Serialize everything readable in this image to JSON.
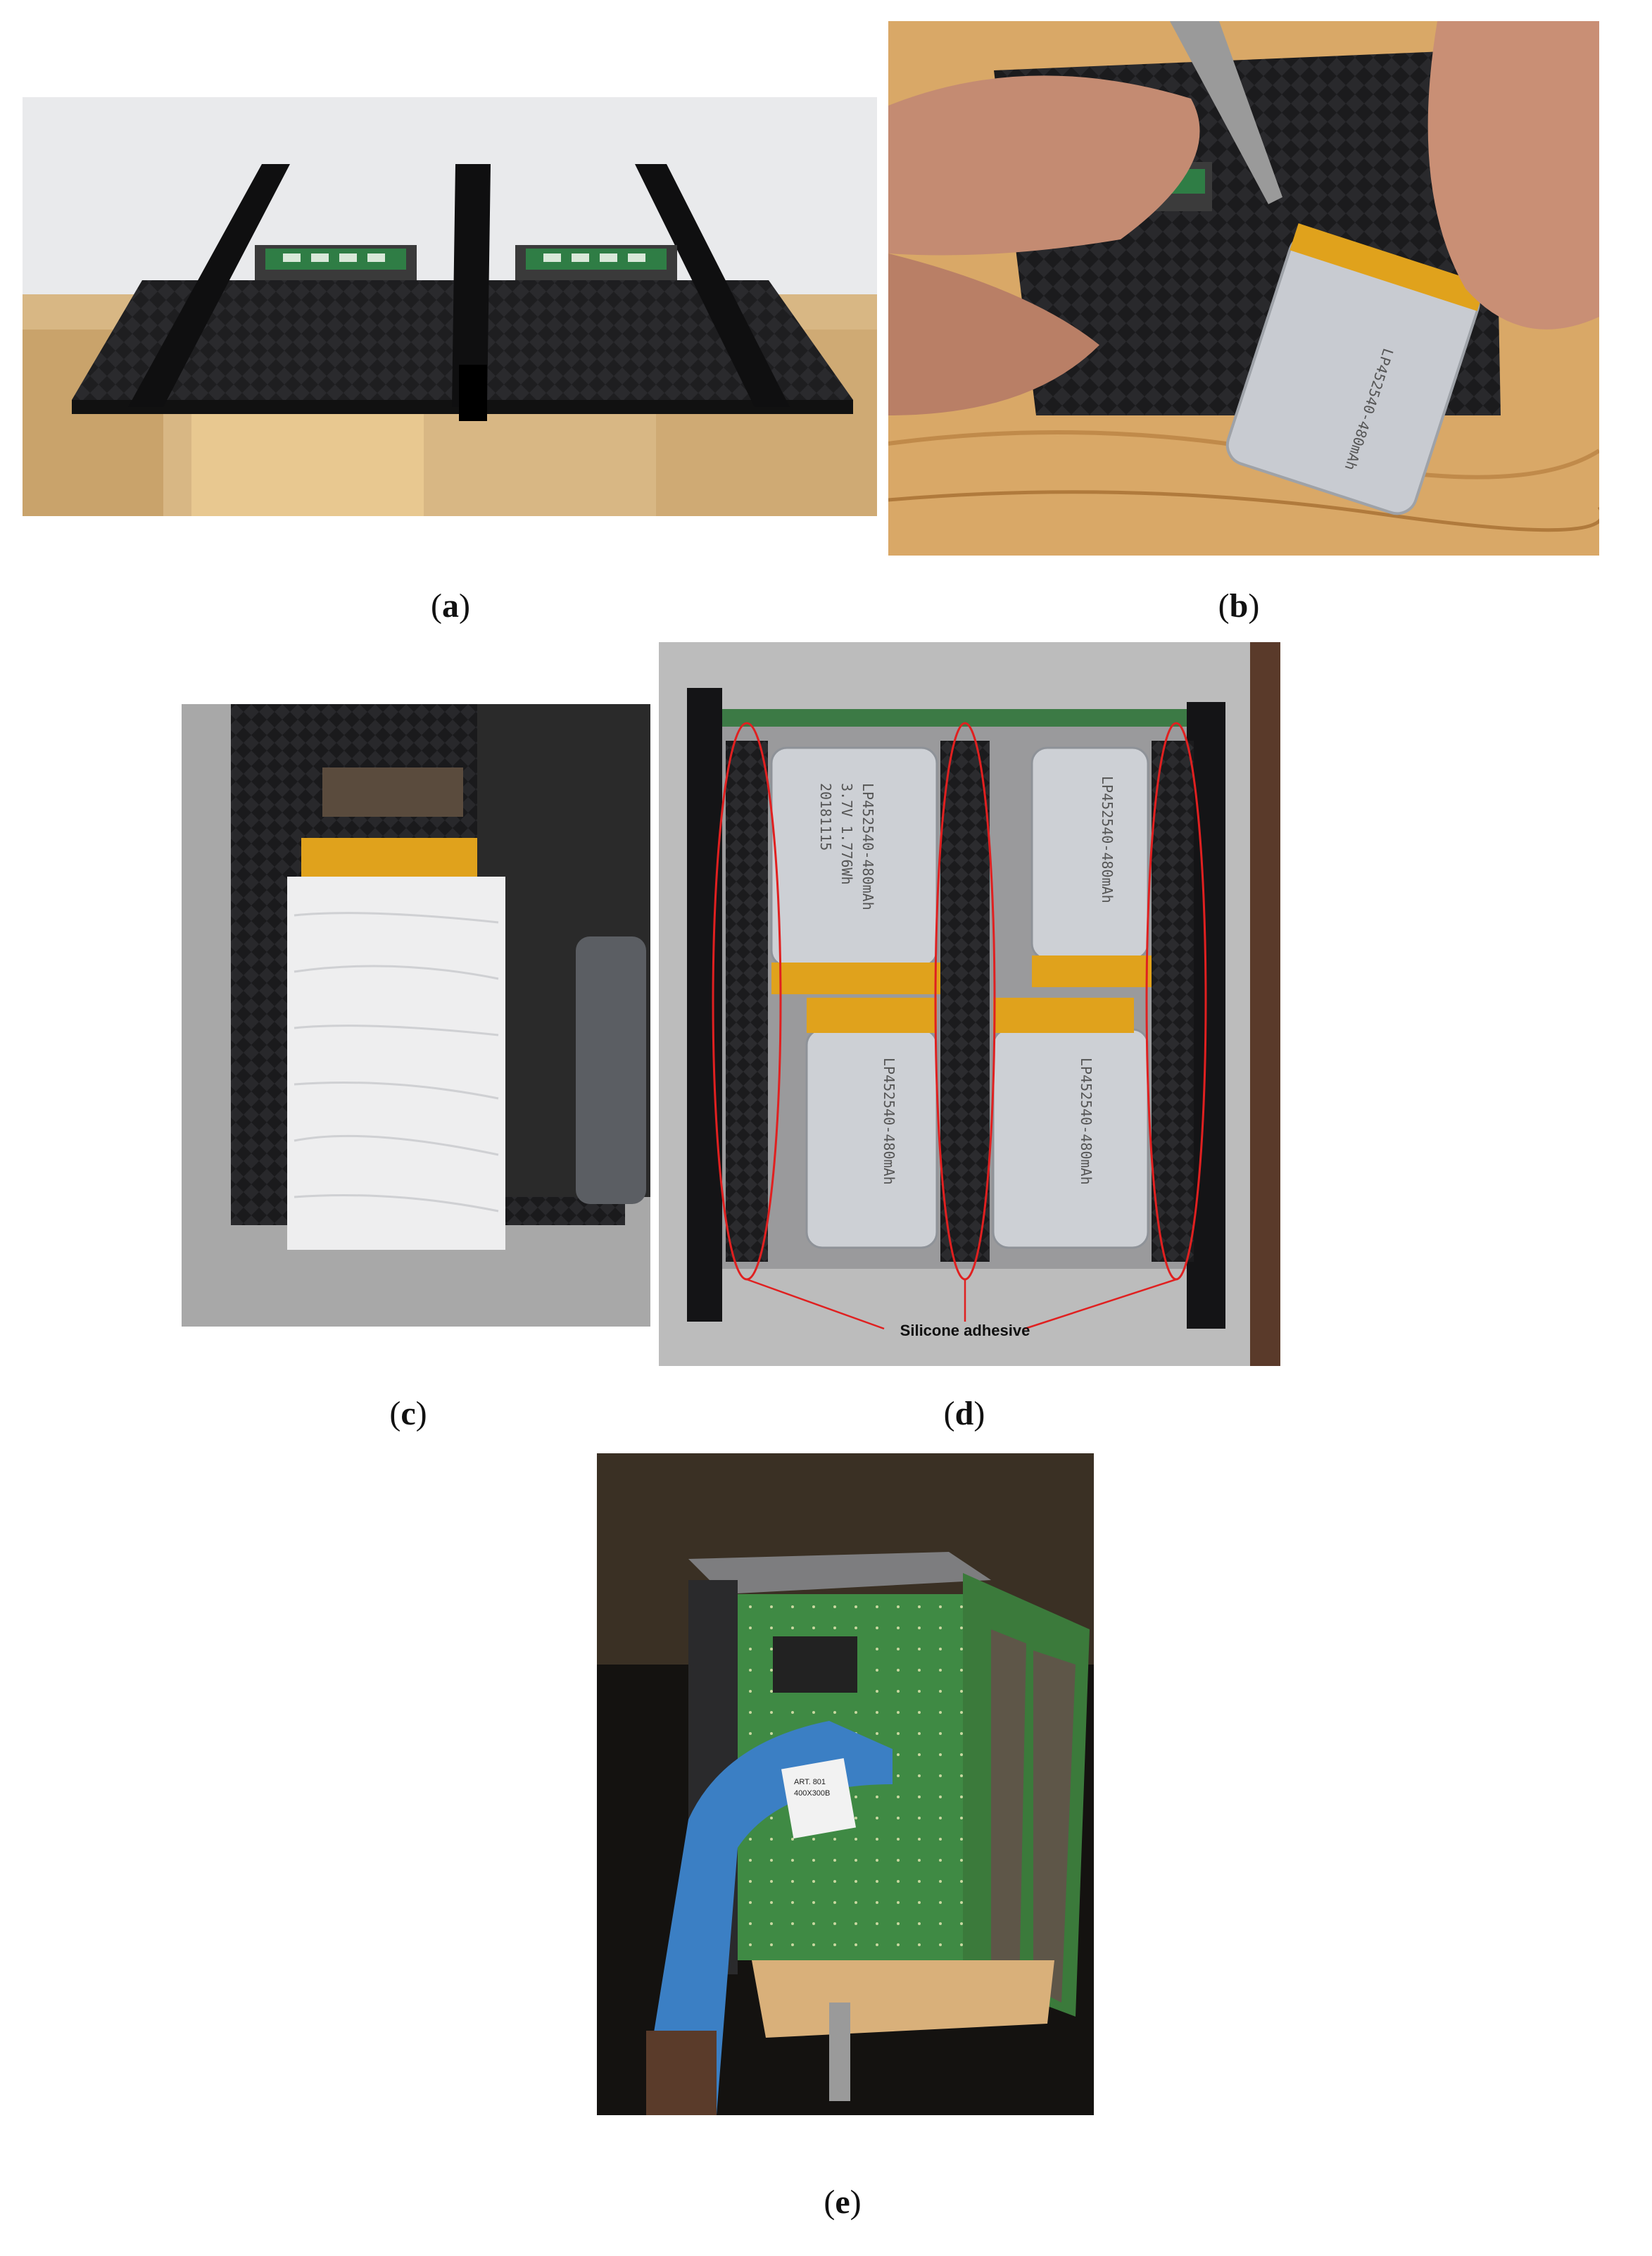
{
  "figure": {
    "panels": [
      {
        "id": "a",
        "label_open": "(",
        "letter": "a",
        "label_close": ")"
      },
      {
        "id": "b",
        "label_open": "(",
        "letter": "b",
        "label_close": ")"
      },
      {
        "id": "c",
        "label_open": "(",
        "letter": "c",
        "label_close": ")"
      },
      {
        "id": "d",
        "label_open": "(",
        "letter": "d",
        "label_close": ")"
      },
      {
        "id": "e",
        "label_open": "(",
        "letter": "e",
        "label_close": ")"
      }
    ],
    "annotations": {
      "d_silicone": "Silicone adhesive"
    },
    "battery_text": {
      "model": "LP452540-480mAh",
      "spec": "3.7V 1.776Wh",
      "date": "20181115"
    },
    "clamp_sticker": {
      "line1": "ART. 801",
      "line2": "400X300B"
    },
    "colors": {
      "carbon": "#1c1c1e",
      "wood": "#d9b07a",
      "battery": "#c9ccd2",
      "kapton": "#e0a21c",
      "pcb": "#2e7d3a",
      "clamp": "#3b7fc4",
      "annotation_red": "#e02020"
    }
  }
}
